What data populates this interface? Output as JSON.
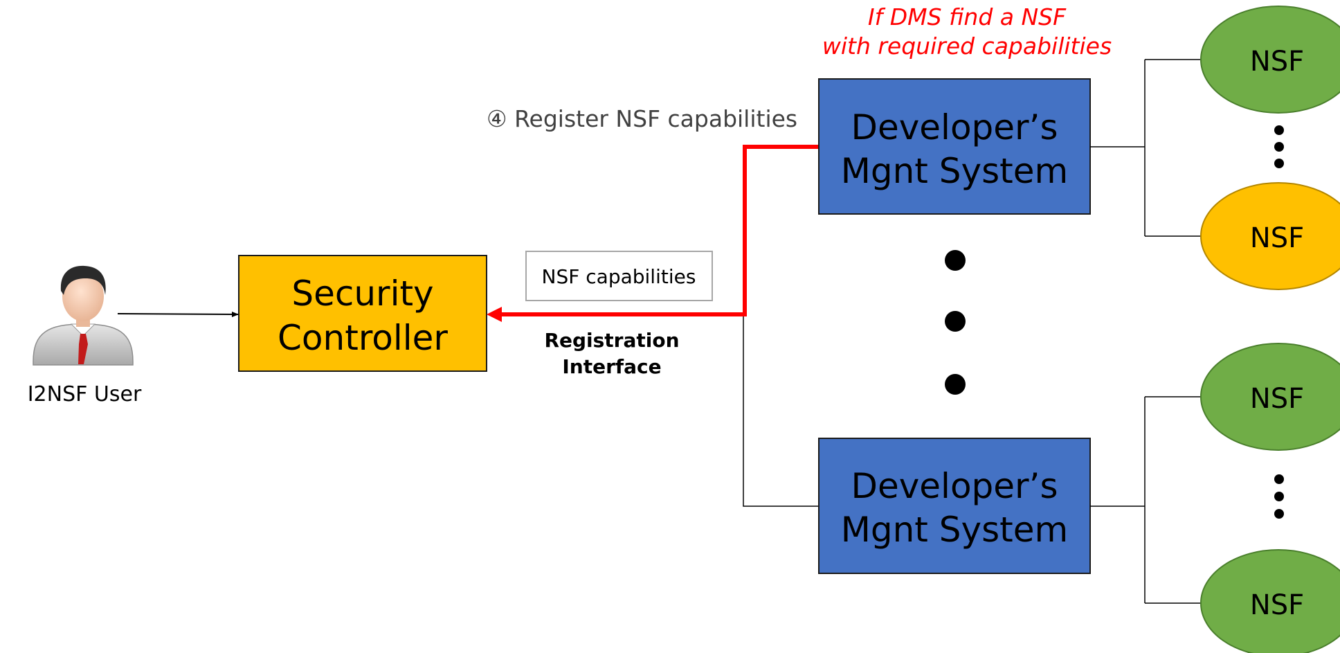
{
  "colors": {
    "controller_fill": "#FFC000",
    "dms_fill": "#4472C4",
    "nsf_green": "#70AD47",
    "nsf_yellow": "#FFC000",
    "highlight_red": "#FF0000",
    "label_gray": "#404040",
    "outline": "#000000"
  },
  "user": {
    "icon": "person-icon",
    "label": "I2NSF User"
  },
  "security_controller": {
    "line1": "Security",
    "line2": "Controller"
  },
  "capabilities_box": {
    "label": "NSF capabilities"
  },
  "registration_interface": {
    "line1": "Registration",
    "line2": "Interface"
  },
  "step_label": "④ Register NSF capabilities",
  "condition_note": {
    "line1": "If DMS find a NSF",
    "line2": "with required capabilities"
  },
  "dms_top": {
    "line1": "Developer’s",
    "line2": "Mgnt System"
  },
  "dms_bottom": {
    "line1": "Developer’s",
    "line2": "Mgnt System"
  },
  "nsf_nodes": [
    {
      "label": "NSF",
      "color": "green"
    },
    {
      "label": "NSF",
      "color": "yellow"
    },
    {
      "label": "NSF",
      "color": "green"
    },
    {
      "label": "NSF",
      "color": "green"
    }
  ]
}
